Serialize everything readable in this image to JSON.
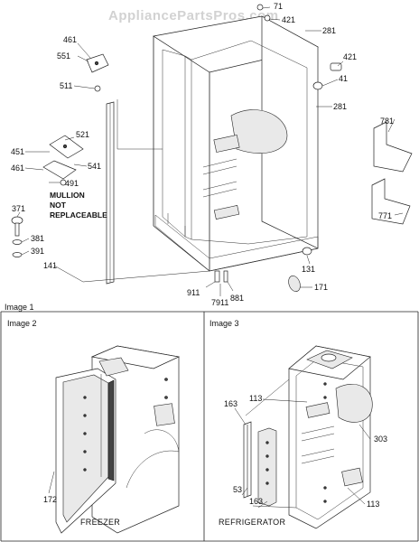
{
  "watermark": "AppliancePartsPros.com",
  "panels": {
    "image1": {
      "title": "Image 1"
    },
    "image2": {
      "title": "Image 2",
      "caption": "FREEZER"
    },
    "image3": {
      "title": "Image 3",
      "caption": "REFRIGERATOR"
    }
  },
  "note": {
    "line1": "MULLION",
    "line2": "NOT",
    "line3": "REPLACEABLE"
  },
  "callouts": {
    "c71": "71",
    "c421a": "421",
    "c281a": "281",
    "c421b": "421",
    "c41": "41",
    "c281b": "281",
    "c781": "781",
    "c771": "771",
    "c461a": "461",
    "c551": "551",
    "c511": "511",
    "c521": "521",
    "c451": "451",
    "c461b": "461",
    "c541": "541",
    "c491": "491",
    "c371": "371",
    "c381": "381",
    "c391": "391",
    "c141": "141",
    "c131": "131",
    "c171": "171",
    "c911": "911",
    "c7911": "7911",
    "c881": "881",
    "c172": "172",
    "c163a": "163",
    "c113a": "113",
    "c303": "303",
    "c53": "53",
    "c163b": "163",
    "c113b": "113"
  }
}
